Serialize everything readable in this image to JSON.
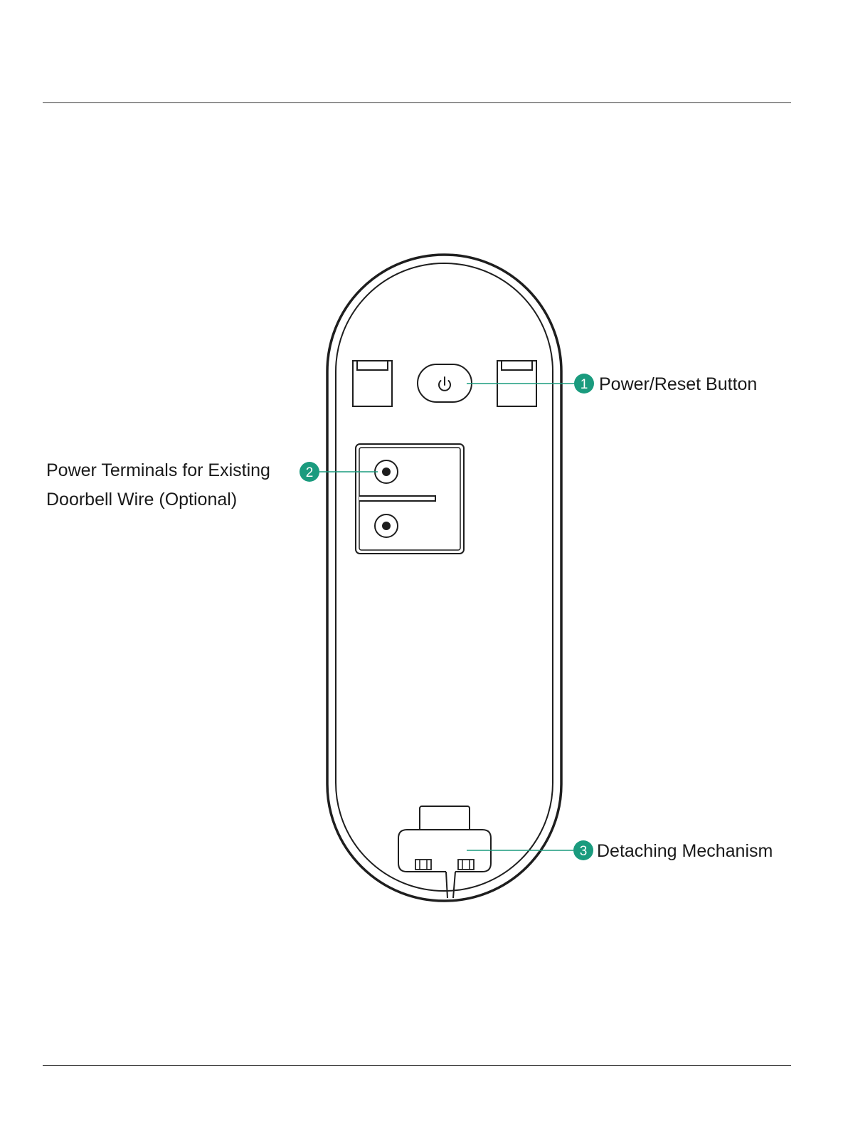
{
  "accent_color": "#1a9b7e",
  "device": {
    "power_button_icon": "power-icon"
  },
  "callouts": [
    {
      "number": "1",
      "label": "Power/Reset Button"
    },
    {
      "number": "2",
      "label_line1": "Power Terminals for Existing",
      "label_line2": "Doorbell Wire (Optional)"
    },
    {
      "number": "3",
      "label": "Detaching Mechanism"
    }
  ]
}
